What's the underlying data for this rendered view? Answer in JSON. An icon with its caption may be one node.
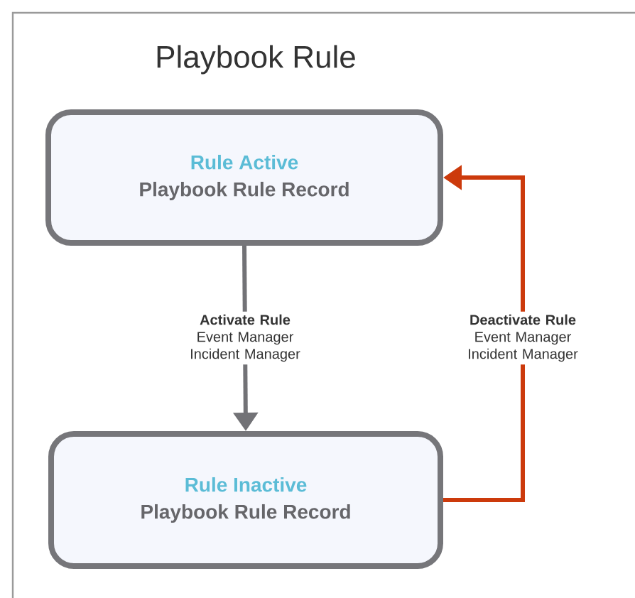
{
  "diagram": {
    "title": "Playbook Rule",
    "nodes": [
      {
        "text": [
          "Rule Active",
          "Playbook Rule Record"
        ]
      },
      {
        "text": [
          "Rule Inactive",
          "Playbook Rule Record"
        ]
      }
    ],
    "edges": [
      {
        "from": 0,
        "to": 1,
        "arrow": "to",
        "label": "**Activate Rule** Event Manager Incident Manager",
        "color": "#727276"
      },
      {
        "from": 1,
        "to": 0,
        "arrow": "to",
        "label": "**Deactivate Rule** Event Manager Incident Manager",
        "color": "#cc3a0c"
      }
    ]
  }
}
